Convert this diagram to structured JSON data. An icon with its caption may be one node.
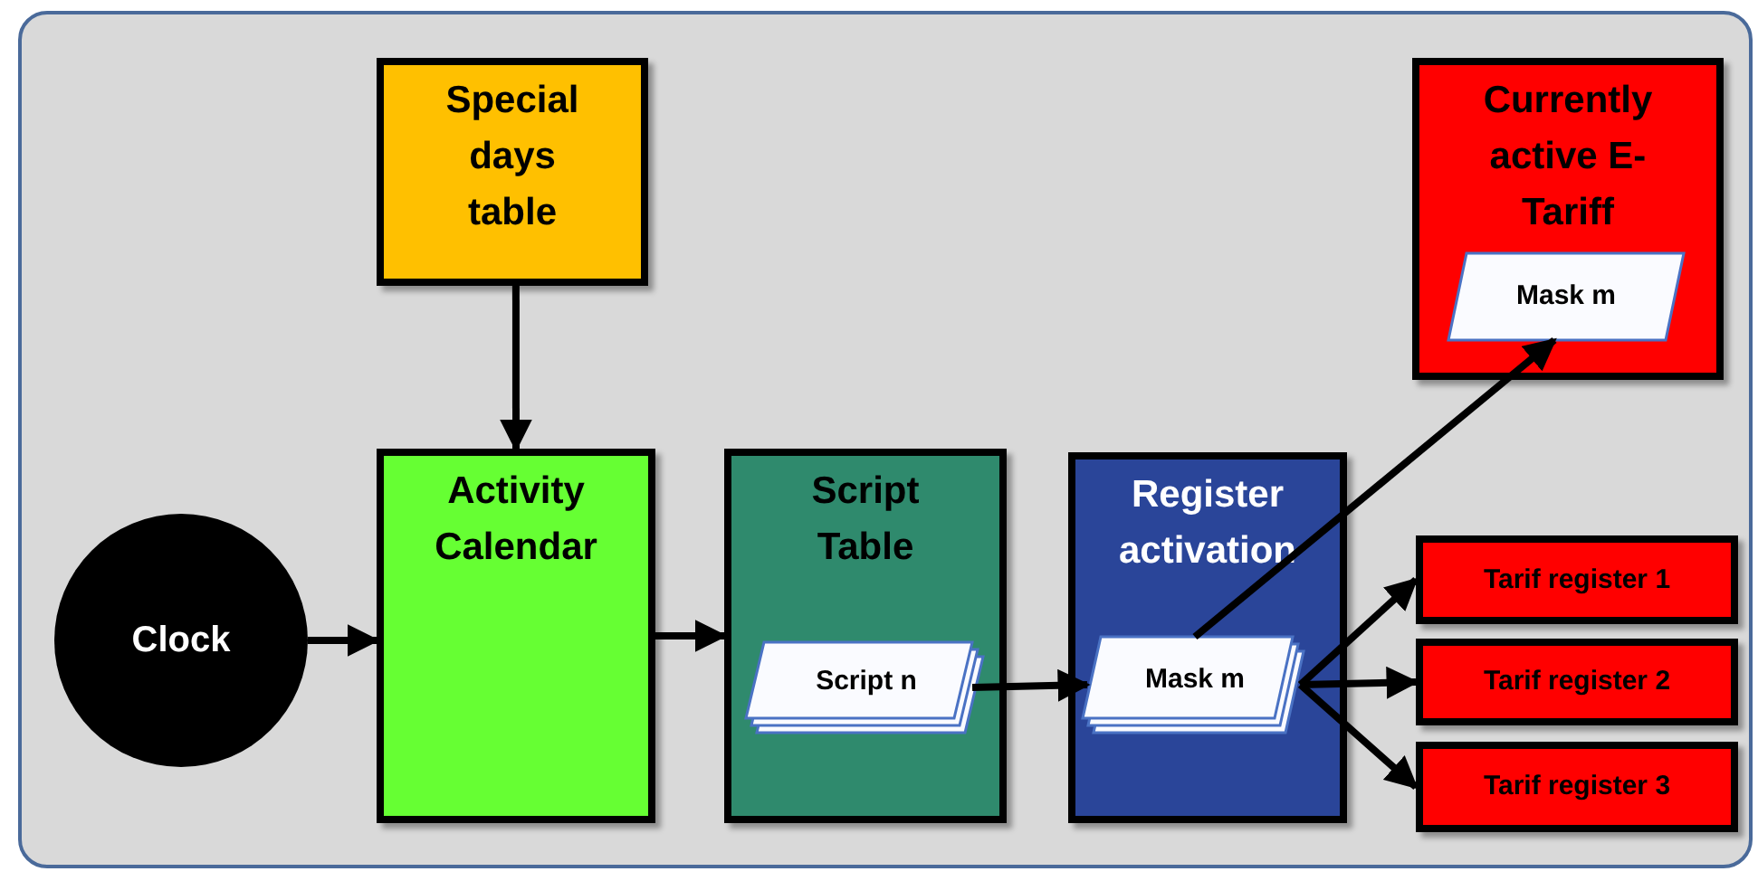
{
  "diagram": {
    "nodes": [
      {
        "text": [
          "Special days table"
        ]
      },
      {
        "text": [
          "Activity Calendar"
        ]
      },
      {
        "text": [
          "Clock"
        ]
      },
      {
        "text": [
          "Script Table"
        ]
      },
      {
        "text": [
          "Script n"
        ],
        "in": 3
      },
      {
        "text": [
          "Register activation"
        ]
      },
      {
        "text": [
          "Mask m"
        ],
        "in": 5
      },
      {
        "text": [
          "Currently active E-Tariff"
        ]
      },
      {
        "text": [
          "Mask m"
        ],
        "in": 7
      },
      {
        "text": [
          "Tarif register 1"
        ]
      },
      {
        "text": [
          "Tarif register 2"
        ]
      },
      {
        "text": [
          "Tarif register 3"
        ]
      }
    ],
    "edges": [
      {
        "from": 0,
        "to": 1,
        "arrow": "to"
      },
      {
        "from": 2,
        "to": 1,
        "arrow": "to"
      },
      {
        "from": 1,
        "to": 3,
        "arrow": "to"
      },
      {
        "from": 4,
        "to": 6,
        "arrow": "to"
      },
      {
        "from": 6,
        "to": 8,
        "arrow": "to"
      },
      {
        "from": 6,
        "to": 9,
        "arrow": "to"
      },
      {
        "from": 6,
        "to": 10,
        "arrow": "to"
      },
      {
        "from": 6,
        "to": 11,
        "arrow": "to"
      }
    ]
  }
}
